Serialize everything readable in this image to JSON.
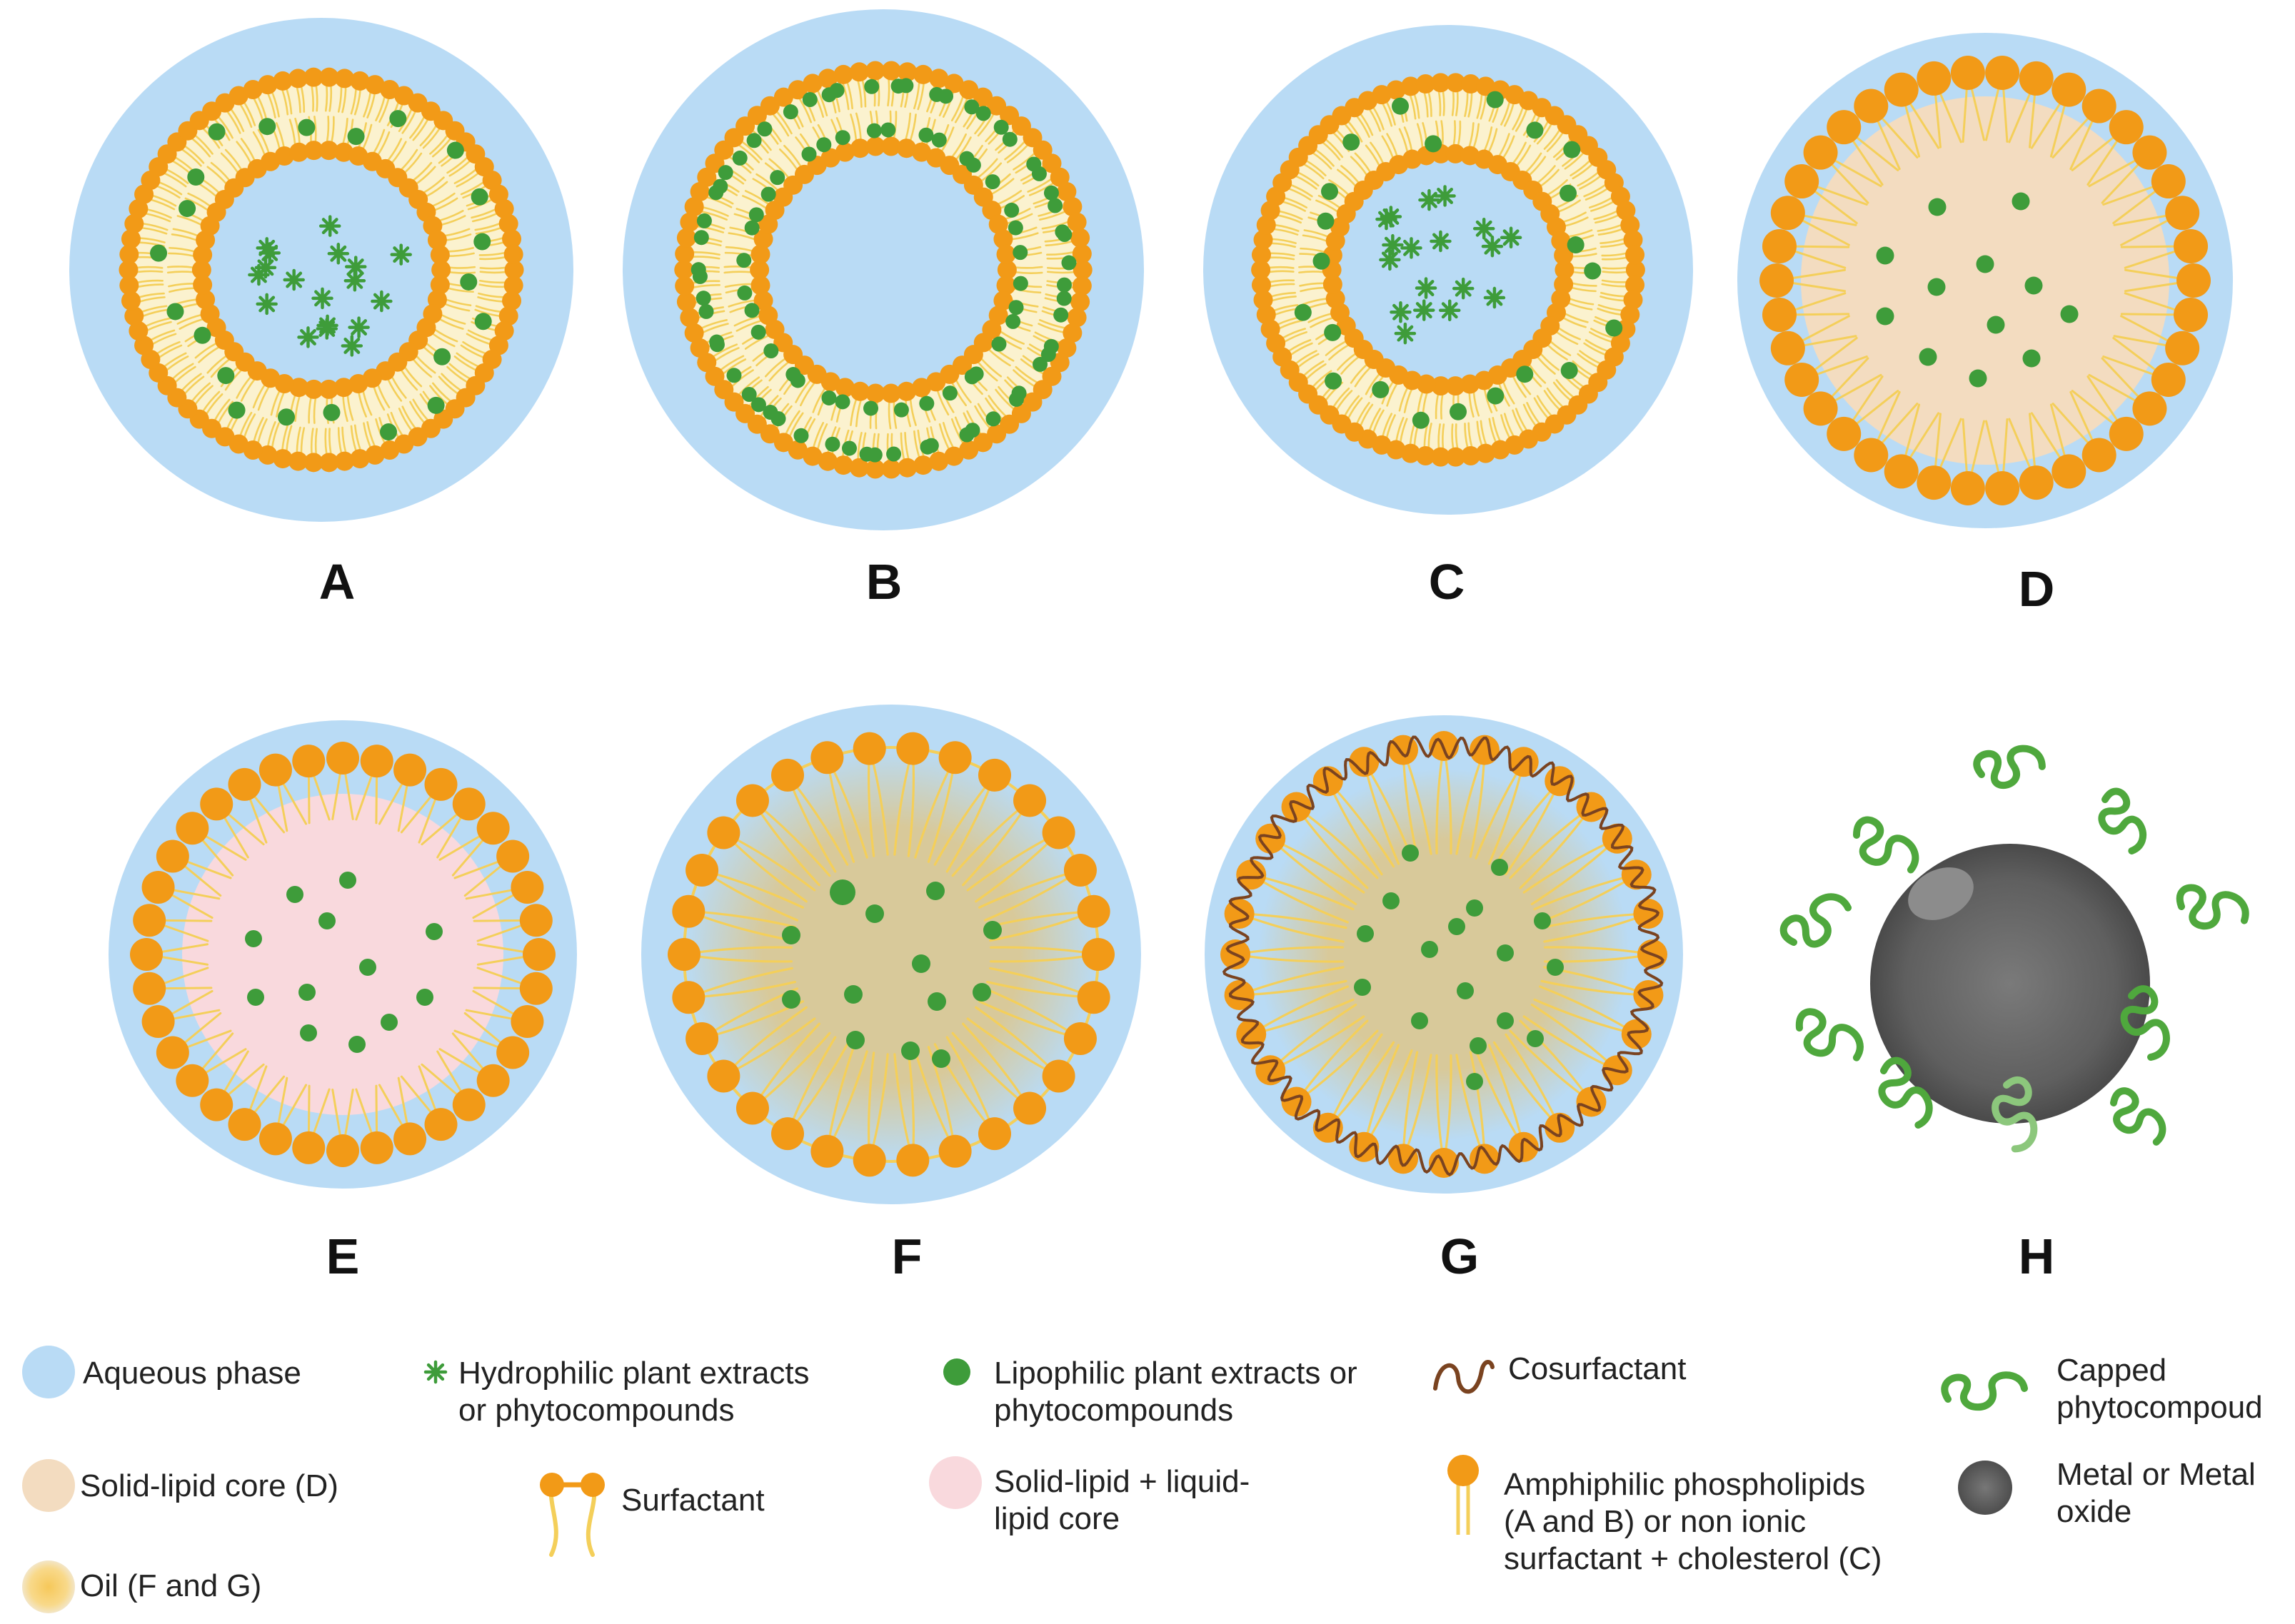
{
  "colors": {
    "aqueous": "#b9dbf5",
    "head": "#f29a17",
    "head_dark": "#e38a0c",
    "tail": "#f4cf5a",
    "bilayer_fill": "#fbf2cf",
    "green": "#3e9c3a",
    "solid_lipid": "#f3dcc0",
    "mixed_lipid": "#f9d9dd",
    "oil": "#d8c99a",
    "cosurfactant": "#7a4320",
    "metal": "#5f5f5f",
    "capping": "#4fa83d"
  },
  "panels": [
    {
      "id": "A",
      "label": "A",
      "type": "liposome-hydrophilic"
    },
    {
      "id": "B",
      "label": "B",
      "type": "liposome-lipophilic"
    },
    {
      "id": "C",
      "label": "C",
      "type": "niosome"
    },
    {
      "id": "D",
      "label": "D",
      "type": "solid-lipid-nanoparticle"
    },
    {
      "id": "E",
      "label": "E",
      "type": "nanostructured-lipid-carrier"
    },
    {
      "id": "F",
      "label": "F",
      "type": "nanoemulsion"
    },
    {
      "id": "G",
      "label": "G",
      "type": "microemulsion"
    },
    {
      "id": "H",
      "label": "H",
      "type": "metal-nanoparticle"
    }
  ],
  "legend": {
    "aqueous": {
      "icon": "aqueous-phase-swatch-icon",
      "lines": [
        "Aqueous phase"
      ]
    },
    "solid_lipid": {
      "icon": "solid-lipid-swatch-icon",
      "lines": [
        "Solid-lipid core (D)"
      ]
    },
    "oil": {
      "icon": "oil-swatch-icon",
      "lines": [
        "Oil (F and G)"
      ]
    },
    "hydrophilic": {
      "icon": "hydrophilic-extract-icon",
      "lines": [
        "Hydrophilic plant extracts",
        "or phytocompounds"
      ]
    },
    "surfactant": {
      "icon": "surfactant-icon",
      "lines": [
        "Surfactant"
      ]
    },
    "lipophilic": {
      "icon": "lipophilic-extract-icon",
      "lines": [
        "Lipophilic plant extracts or",
        "phytocompounds"
      ]
    },
    "mixed_lipid": {
      "icon": "mixed-lipid-swatch-icon",
      "lines": [
        "Solid-lipid + liquid-",
        "lipid core"
      ]
    },
    "cosurfactant": {
      "icon": "cosurfactant-icon",
      "lines": [
        "Cosurfactant"
      ]
    },
    "phospholipid": {
      "icon": "phospholipid-icon",
      "lines": [
        "Amphiphilic phospholipids",
        "(A and B) or non ionic",
        "surfactant + cholesterol (C)"
      ]
    },
    "capped": {
      "icon": "capped-phytocompound-icon",
      "lines": [
        "Capped",
        "phytocompoud"
      ]
    },
    "metal": {
      "icon": "metal-oxide-icon",
      "lines": [
        "Metal or Metal",
        "oxide"
      ]
    }
  }
}
